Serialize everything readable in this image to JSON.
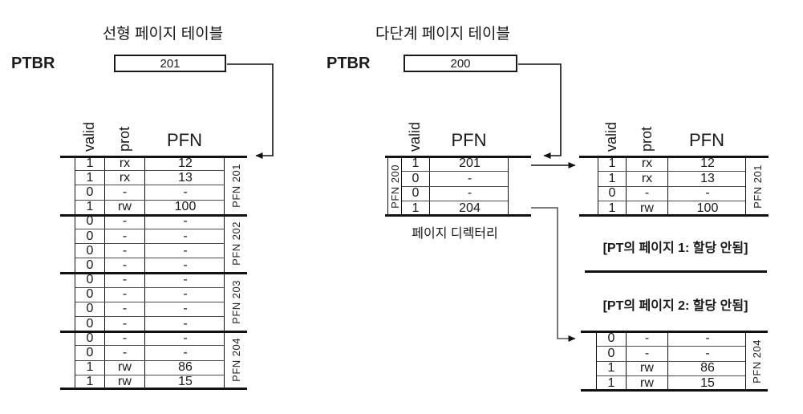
{
  "titles": {
    "left": "선형 페이지 테이블",
    "right": "다단계 페이지 테이블"
  },
  "ptbr": {
    "left": {
      "label": "PTBR",
      "value": "201"
    },
    "right": {
      "label": "PTBR",
      "value": "200"
    }
  },
  "captions": {
    "page_directory": "페이지 디렉터리",
    "pt_page1": "[PT의 페이지 1: 할당 안됨]",
    "pt_page2": "[PT의 페이지 2: 할당 안됨]"
  },
  "colors": {
    "line": "#111111",
    "thin_line": "#4a4a4a",
    "background": "#ffffff",
    "text": "#1a1a1a"
  },
  "tables": {
    "linear": {
      "name": "linear-page-table",
      "headers": [
        {
          "text": "valid",
          "rotated": true
        },
        {
          "text": "prot",
          "rotated": true
        },
        {
          "text": "PFN",
          "rotated": false
        }
      ],
      "groups": [
        {
          "label": "PFN 201",
          "rows": [
            [
              "1",
              "rx",
              "12"
            ],
            [
              "1",
              "rx",
              "13"
            ],
            [
              "0",
              "-",
              "-"
            ],
            [
              "1",
              "rw",
              "100"
            ]
          ]
        },
        {
          "label": "PFN 202",
          "rows": [
            [
              "0",
              "-",
              "-"
            ],
            [
              "0",
              "-",
              "-"
            ],
            [
              "0",
              "-",
              "-"
            ],
            [
              "0",
              "-",
              "-"
            ]
          ]
        },
        {
          "label": "PFN 203",
          "rows": [
            [
              "0",
              "-",
              "-"
            ],
            [
              "0",
              "-",
              "-"
            ],
            [
              "0",
              "-",
              "-"
            ],
            [
              "0",
              "-",
              "-"
            ]
          ]
        },
        {
          "label": "PFN 204",
          "rows": [
            [
              "0",
              "-",
              "-"
            ],
            [
              "0",
              "-",
              "-"
            ],
            [
              "1",
              "rw",
              "86"
            ],
            [
              "1",
              "rw",
              "15"
            ]
          ]
        }
      ]
    },
    "pagedir": {
      "name": "page-directory",
      "headers": [
        {
          "text": "valid",
          "rotated": true
        },
        {
          "text": "PFN",
          "rotated": false
        }
      ],
      "groups": [
        {
          "label": "PFN 200",
          "rows": [
            [
              "1",
              "201"
            ],
            [
              "0",
              "-"
            ],
            [
              "0",
              "-"
            ],
            [
              "1",
              "204"
            ]
          ]
        }
      ]
    },
    "pttop": {
      "name": "page-table-page-0",
      "headers": [
        {
          "text": "valid",
          "rotated": true
        },
        {
          "text": "prot",
          "rotated": true
        },
        {
          "text": "PFN",
          "rotated": false
        }
      ],
      "groups": [
        {
          "label": "PFN 201",
          "rows": [
            [
              "1",
              "rx",
              "12"
            ],
            [
              "1",
              "rx",
              "13"
            ],
            [
              "0",
              "-",
              "-"
            ],
            [
              "1",
              "rw",
              "100"
            ]
          ]
        }
      ]
    },
    "ptbottom": {
      "name": "page-table-page-3",
      "headers": [],
      "groups": [
        {
          "label": "PFN 204",
          "rows": [
            [
              "0",
              "-",
              "-"
            ],
            [
              "0",
              "-",
              "-"
            ],
            [
              "1",
              "rw",
              "86"
            ],
            [
              "1",
              "rw",
              "15"
            ]
          ]
        }
      ]
    }
  }
}
